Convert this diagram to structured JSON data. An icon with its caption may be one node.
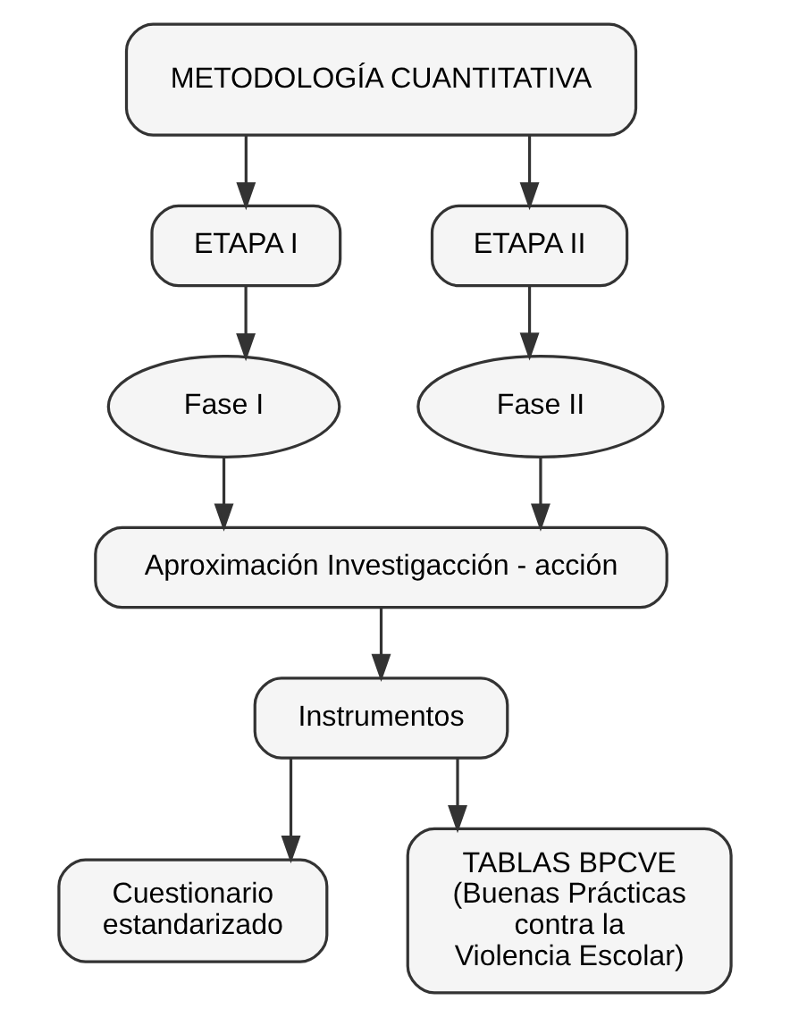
{
  "diagram": {
    "nodes": [
      {
        "text": [
          "METODOLOGÍA CUANTITATIVA"
        ]
      },
      {
        "text": [
          "ETAPA I"
        ]
      },
      {
        "text": [
          "ETAPA II"
        ]
      },
      {
        "text": [
          "Fase I"
        ]
      },
      {
        "text": [
          "Fase II"
        ]
      },
      {
        "text": [
          "Aproximación Investigacción - acción"
        ]
      },
      {
        "text": [
          "Instrumentos"
        ]
      },
      {
        "text": [
          "Cuestionario estandarizado"
        ]
      },
      {
        "text": [
          "TABLAS BPCVE (Buenas Prácticas contra la Violencia Escolar)"
        ]
      }
    ],
    "edges": [
      {
        "from": 0,
        "to": 1,
        "arrow": "to"
      },
      {
        "from": 0,
        "to": 2,
        "arrow": "to"
      },
      {
        "from": 1,
        "to": 3,
        "arrow": "to"
      },
      {
        "from": 2,
        "to": 4,
        "arrow": "to"
      },
      {
        "from": 3,
        "to": 5,
        "arrow": "to"
      },
      {
        "from": 4,
        "to": 5,
        "arrow": "to"
      },
      {
        "from": 5,
        "to": 6,
        "arrow": "to"
      },
      {
        "from": 6,
        "to": 7,
        "arrow": "to"
      },
      {
        "from": 6,
        "to": 8,
        "arrow": "to"
      }
    ]
  }
}
